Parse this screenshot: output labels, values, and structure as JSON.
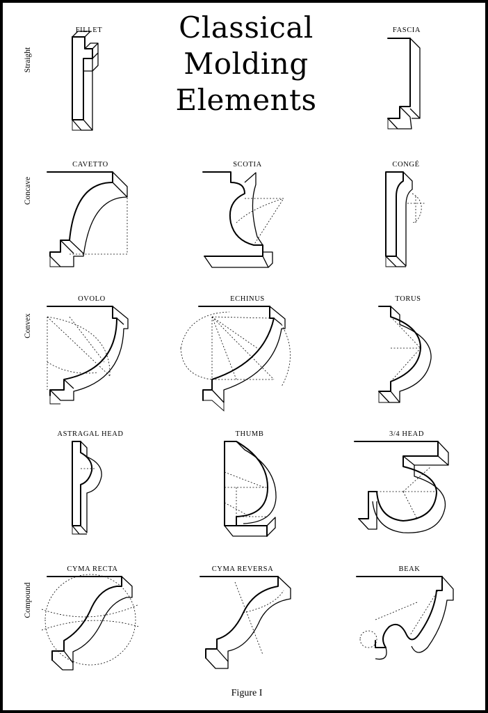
{
  "title_lines": [
    "Classical",
    "Molding",
    "Elements"
  ],
  "row_labels": [
    "Straight",
    "Concave",
    "Convex",
    "Compound"
  ],
  "elements": [
    {
      "id": "fillet",
      "label": "FILLET"
    },
    {
      "id": "fascia",
      "label": "FASCIA"
    },
    {
      "id": "cavetto",
      "label": "CAVETTO"
    },
    {
      "id": "scotia",
      "label": "SCOTIA"
    },
    {
      "id": "conge",
      "label": "CONGÉ"
    },
    {
      "id": "ovolo",
      "label": "OVOLO"
    },
    {
      "id": "echinus",
      "label": "ECHINUS"
    },
    {
      "id": "torus",
      "label": "TORUS"
    },
    {
      "id": "astragal-head",
      "label": "ASTRAGAL HEAD"
    },
    {
      "id": "thumb",
      "label": "THUMB"
    },
    {
      "id": "three-quarter-head",
      "label": "3/4 HEAD"
    },
    {
      "id": "cyma-recta",
      "label": "CYMA RECTA"
    },
    {
      "id": "cyma-reversa",
      "label": "CYMA REVERSA"
    },
    {
      "id": "beak",
      "label": "BEAK"
    }
  ],
  "figure_label": "Figure I"
}
